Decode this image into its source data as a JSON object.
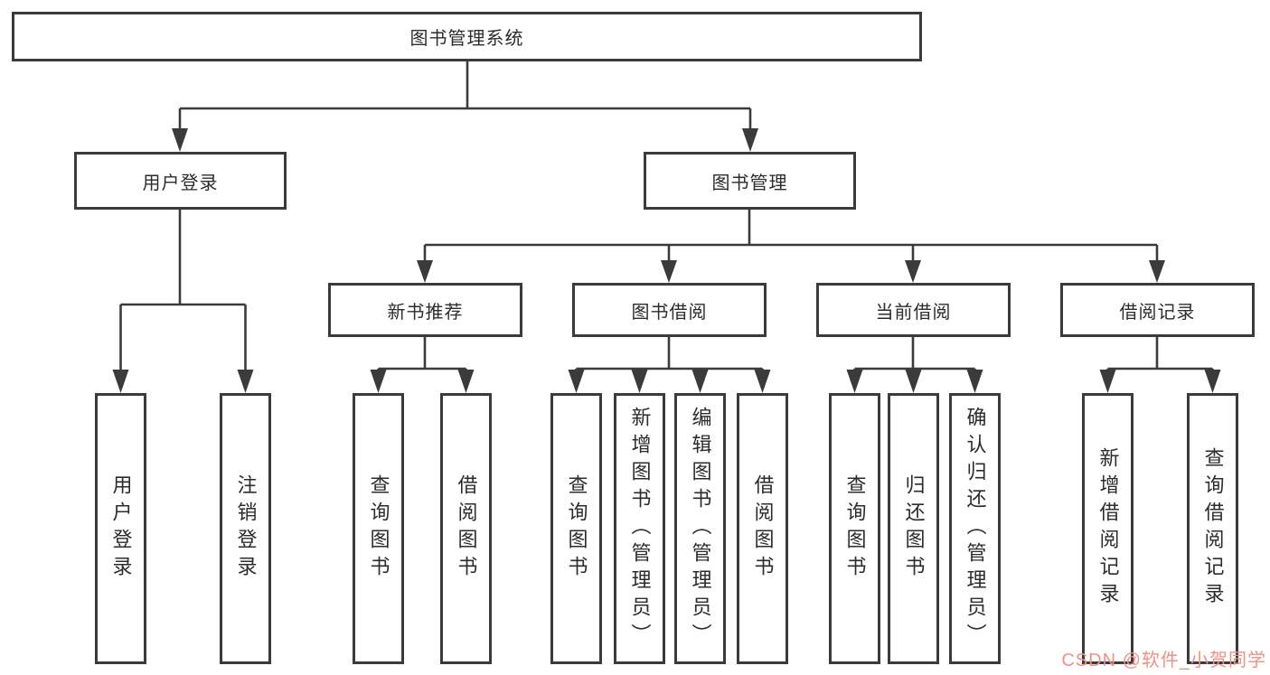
{
  "diagram": {
    "type": "hierarchy-tree",
    "title": "图书管理系统",
    "tree": {
      "label": "图书管理系统",
      "children": [
        {
          "label": "用户登录",
          "children": [
            {
              "label": "用户登录"
            },
            {
              "label": "注销登录"
            }
          ]
        },
        {
          "label": "图书管理",
          "children": [
            {
              "label": "新书推荐",
              "children": [
                {
                  "label": "查询图书"
                },
                {
                  "label": "借阅图书"
                }
              ]
            },
            {
              "label": "图书借阅",
              "children": [
                {
                  "label": "查询图书"
                },
                {
                  "label": "新增图书（管理员）"
                },
                {
                  "label": "编辑图书（管理员）"
                },
                {
                  "label": "借阅图书"
                }
              ]
            },
            {
              "label": "当前借阅",
              "children": [
                {
                  "label": "查询图书"
                },
                {
                  "label": "归还图书"
                },
                {
                  "label": "确认归还（管理员）"
                }
              ]
            },
            {
              "label": "借阅记录",
              "children": [
                {
                  "label": "新增借阅记录"
                },
                {
                  "label": "查询借阅记录"
                }
              ]
            }
          ]
        }
      ]
    }
  },
  "nodes": {
    "root": "图书管理系统",
    "user_login": "用户登录",
    "book_mgmt": "图书管理",
    "new_book_rec": "新书推荐",
    "book_borrow": "图书借阅",
    "current_borrow": "当前借阅",
    "borrow_records": "借阅记录",
    "leaf_user_login": "用户登录",
    "leaf_logout": "注销登录",
    "leaf_query_book_rec": "查询图书",
    "leaf_borrow_book_rec": "借阅图书",
    "leaf_query_book_borrow": "查询图书",
    "leaf_add_book": "新增图书（管理员）",
    "leaf_edit_book": "编辑图书（管理员）",
    "leaf_borrow_book_borrow": "借阅图书",
    "leaf_query_book_current": "查询图书",
    "leaf_return_book": "归还图书",
    "leaf_confirm_return": "确认归还（管理员）",
    "leaf_add_record": "新增借阅记录",
    "leaf_query_record": "查询借阅记录"
  },
  "colors": {
    "line": "#3b3b3b",
    "box_border": "#3b3b3b",
    "text": "#2c2c2c",
    "background": "#ffffff",
    "watermark": "#ef9186"
  },
  "watermark": {
    "text": "CSDN @软件_小贺同学"
  }
}
